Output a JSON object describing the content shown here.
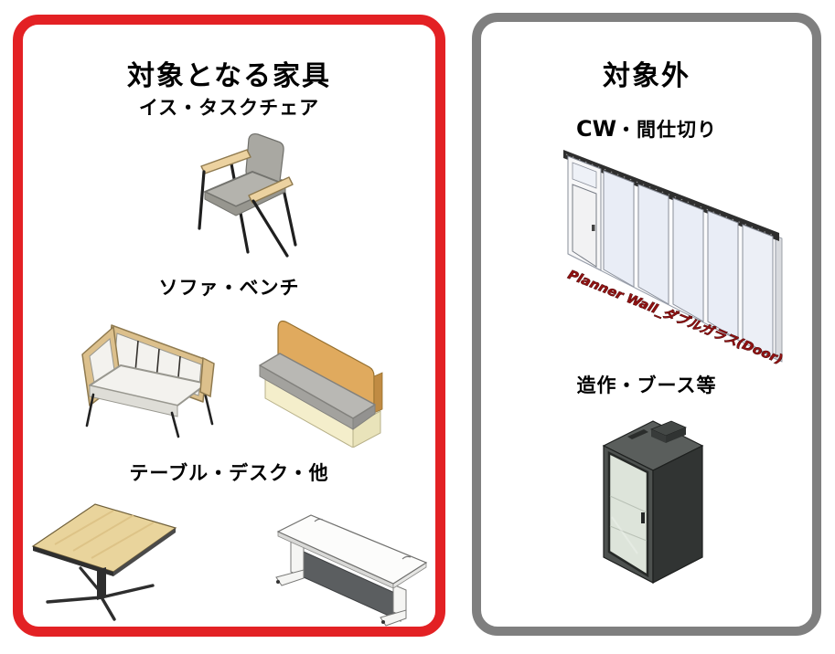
{
  "colors": {
    "target_border": "#e32124",
    "excluded_border": "#7f7f7f",
    "partition_caption": "#8f1212"
  },
  "figure": {
    "left_panel": {
      "title": "対象となる家具",
      "sections": [
        {
          "label": "イス・タスクチェア",
          "illustrations": [
            "task-chair"
          ]
        },
        {
          "label": "ソファ・ベンチ",
          "illustrations": [
            "frame-sofa",
            "bench-sofa"
          ]
        },
        {
          "label": "テーブル・デスク・他",
          "illustrations": [
            "pedestal-table",
            "office-desk"
          ]
        }
      ]
    },
    "right_panel": {
      "title": "対象外",
      "sections": [
        {
          "label_prefix": "CW",
          "label_suffix": "・間仕切り",
          "illustrations": [
            "glass-partition"
          ],
          "caption": "Planner Wall_ダブルガラス(Door)"
        },
        {
          "label": "造作・ブース等",
          "illustrations": [
            "phone-booth"
          ]
        }
      ]
    }
  }
}
